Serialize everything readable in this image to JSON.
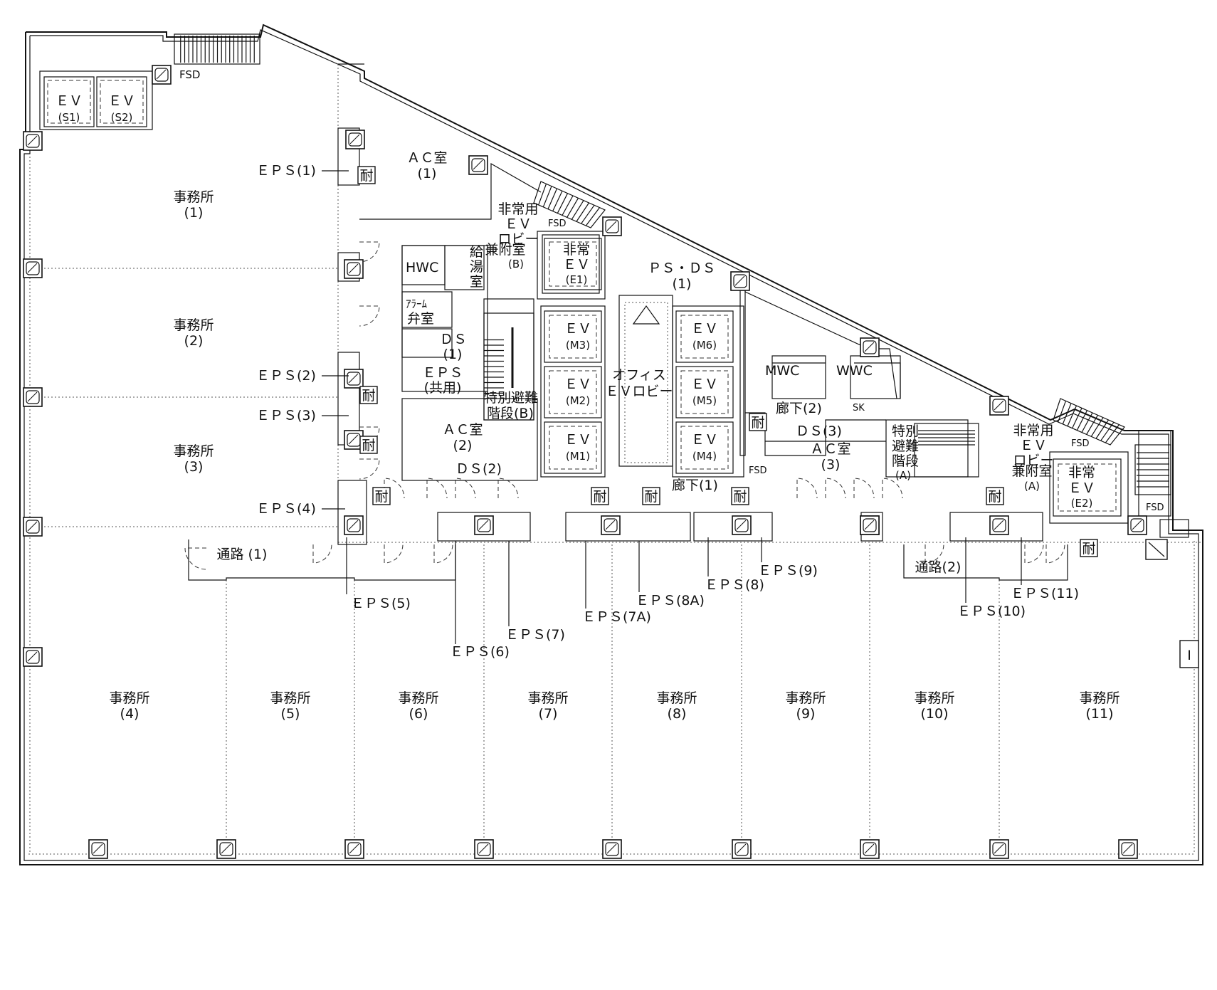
{
  "rooms": {
    "office_1": {
      "name": "事務所",
      "num": "(1)"
    },
    "office_2": {
      "name": "事務所",
      "num": "(2)"
    },
    "office_3": {
      "name": "事務所",
      "num": "(3)"
    },
    "office_4": {
      "name": "事務所",
      "num": "(4)"
    },
    "office_5": {
      "name": "事務所",
      "num": "(5)"
    },
    "office_6": {
      "name": "事務所",
      "num": "(6)"
    },
    "office_7": {
      "name": "事務所",
      "num": "(7)"
    },
    "office_8": {
      "name": "事務所",
      "num": "(8)"
    },
    "office_9": {
      "name": "事務所",
      "num": "(9)"
    },
    "office_10": {
      "name": "事務所",
      "num": "(10)"
    },
    "office_11": {
      "name": "事務所",
      "num": "(11)"
    },
    "ac_1": {
      "name": "ＡＣ室",
      "num": "(1)"
    },
    "ac_2": {
      "name": "ＡＣ室",
      "num": "(2)"
    },
    "ac_3": {
      "name": "ＡＣ室",
      "num": "(3)"
    },
    "ps_ds": {
      "name": "ＰＳ・ＤＳ",
      "num": "(1)"
    },
    "hwc": "HWC",
    "kyuto": [
      "給",
      "湯",
      "室"
    ],
    "alarm_1": "ｱﾗｰﾑ",
    "alarm_2": "弁室",
    "ds_1": {
      "name": "ＤＳ",
      "num": "(1)"
    },
    "ds_2": "ＤＳ(2)",
    "ds_3": "ＤＳ(3)",
    "eps_shared": {
      "name": "ＥＰＳ",
      "num": "(共用)"
    },
    "stair_b": [
      "特別避難",
      "階段(B)"
    ],
    "stair_a": [
      "特別",
      "避難",
      "階段",
      "(A)"
    ],
    "office_ev_lobby": [
      "オフィス",
      "ＥＶロビー"
    ],
    "emergency_lobby_b": [
      "非常用",
      "ＥＶ",
      "ロビー",
      "兼附室",
      "(B)"
    ],
    "emergency_lobby_a": [
      "非常用",
      "ＥＶ",
      "ロビー",
      "兼附室",
      "(A)"
    ],
    "mwc": "MWC",
    "wwc": "WWC",
    "sk": "SK",
    "corridor_1": "廊下(1)",
    "corridor_2": "廊下(2)",
    "passage_1": "通路 (1)",
    "passage_2": "通路(2)"
  },
  "elevators": {
    "s1": {
      "name": "ＥＶ",
      "num": "(S1)"
    },
    "s2": {
      "name": "ＥＶ",
      "num": "(S2)"
    },
    "e1": {
      "name": [
        "非常",
        "ＥＶ"
      ],
      "num": "(E1)"
    },
    "e2": {
      "name": [
        "非常",
        "ＥＶ"
      ],
      "num": "(E2)"
    },
    "m1": {
      "name": "ＥＶ",
      "num": "(M1)"
    },
    "m2": {
      "name": "ＥＶ",
      "num": "(M2)"
    },
    "m3": {
      "name": "ＥＶ",
      "num": "(M3)"
    },
    "m4": {
      "name": "ＥＶ",
      "num": "(M4)"
    },
    "m5": {
      "name": "ＥＶ",
      "num": "(M5)"
    },
    "m6": {
      "name": "ＥＶ",
      "num": "(M6)"
    }
  },
  "eps_labels": {
    "eps_1": "ＥＰＳ(1)",
    "eps_2": "ＥＰＳ(2)",
    "eps_3": "ＥＰＳ(3)",
    "eps_4": "ＥＰＳ(4)",
    "eps_5": "ＥＰＳ(5)",
    "eps_6": "ＥＰＳ(6)",
    "eps_7": "ＥＰＳ(7)",
    "eps_7a": "ＥＰＳ(7A)",
    "eps_8": "ＥＰＳ(8)",
    "eps_8a": "ＥＰＳ(8A)",
    "eps_9": "ＥＰＳ(9)",
    "eps_10": "ＥＰＳ(10)",
    "eps_11": "ＥＰＳ(11)"
  },
  "markers": {
    "fire_resistant": "耐",
    "fsd": "FSD",
    "i_mark": "I"
  }
}
